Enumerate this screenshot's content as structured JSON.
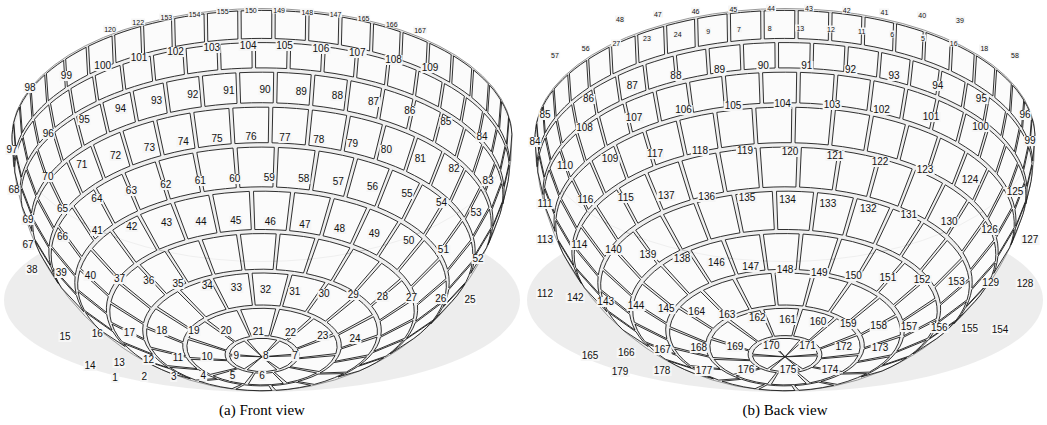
{
  "diagram": {
    "labels": [
      "120",
      "122",
      "153",
      "154",
      "155",
      "150",
      "149",
      "148",
      "147",
      "165",
      "166",
      "167",
      "98",
      "99",
      "100",
      "101",
      "102",
      "103",
      "104",
      "105",
      "106",
      "107",
      "108",
      "109",
      "97",
      "96",
      "95",
      "94",
      "93",
      "92",
      "91",
      "90",
      "89",
      "88",
      "87",
      "86",
      "85",
      "84",
      "68",
      "70",
      "71",
      "72",
      "73",
      "74",
      "75",
      "76",
      "77",
      "78",
      "79",
      "80",
      "81",
      "82",
      "83",
      "69",
      "65",
      "64",
      "63",
      "62",
      "61",
      "60",
      "59",
      "58",
      "57",
      "56",
      "55",
      "54",
      "53",
      "67",
      "66",
      "41",
      "42",
      "43",
      "44",
      "45",
      "46",
      "47",
      "48",
      "49",
      "50",
      "51",
      "52",
      "38",
      "39",
      "40",
      "37",
      "36",
      "35",
      "34",
      "33",
      "32",
      "31",
      "30",
      "29",
      "28",
      "27",
      "26",
      "25",
      "15",
      "16",
      "17",
      "18",
      "19",
      "20",
      "21",
      "22",
      "23",
      "24",
      "14",
      "13",
      "12",
      "11",
      "10",
      "9",
      "8",
      "7",
      "1",
      "2",
      "3",
      "4",
      "5",
      "6",
      "48",
      "47",
      "46",
      "45",
      "44",
      "43",
      "42",
      "41",
      "40",
      "39",
      "57",
      "56",
      "27",
      "23",
      "24",
      "9",
      "7",
      "8",
      "13",
      "12",
      "11",
      "6",
      "5",
      "16",
      "18",
      "58",
      "85",
      "86",
      "87",
      "88",
      "89",
      "90",
      "91",
      "92",
      "93",
      "94",
      "95",
      "96",
      "84",
      "108",
      "107",
      "106",
      "105",
      "104",
      "103",
      "102",
      "101",
      "100",
      "99",
      "110",
      "109",
      "117",
      "118",
      "119",
      "120",
      "121",
      "122",
      "123",
      "124",
      "125",
      "111",
      "116",
      "115",
      "137",
      "136",
      "135",
      "134",
      "133",
      "132",
      "131",
      "130",
      "126",
      "127",
      "113",
      "114",
      "140",
      "139",
      "138",
      "146",
      "147",
      "148",
      "149",
      "150",
      "151",
      "152",
      "153",
      "129",
      "128",
      "112",
      "142",
      "143",
      "144",
      "145",
      "164",
      "163",
      "162",
      "161",
      "160",
      "159",
      "158",
      "157",
      "156",
      "155",
      "154",
      "165",
      "166",
      "167",
      "168",
      "169",
      "170",
      "171",
      "172",
      "173",
      "179",
      "178",
      "177",
      "176",
      "175",
      "174",
      "(a) Front view",
      "(b) Back view"
    ]
  }
}
